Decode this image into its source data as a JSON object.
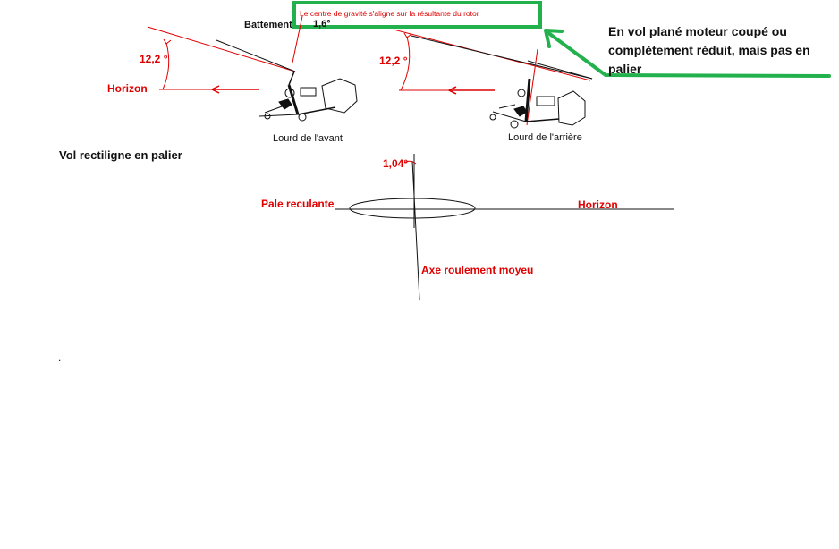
{
  "colors": {
    "red": "#e00000",
    "green": "#22b14c",
    "black": "#111111"
  },
  "labels": {
    "callout_box": "Le centre de gravité s'aligne sur la résultante du rotor",
    "callout_note": [
      "En vol plané moteur coupé ou",
      "complètement réduit, mais pas en",
      "palier"
    ],
    "battement": "Battement",
    "battement_angle": "1,6°",
    "angle_left": "12,2 °",
    "angle_right": "12,2 °",
    "horizon_left": "Horizon",
    "caption_left": "Lourd de l'avant",
    "caption_right": "Lourd de l'arrière",
    "section_title": "Vol rectiligne en palier",
    "hub_angle": "1,04°",
    "pale_reculante": "Pale reculante",
    "horizon_right": "Horizon",
    "axe_label": "Axe roulement moyeu",
    "dot": "."
  },
  "icons": {
    "gyro_left": "autogyro-nose-heavy-icon",
    "gyro_right": "autogyro-tail-heavy-icon",
    "callout_arrow": "green-arrow-icon"
  }
}
